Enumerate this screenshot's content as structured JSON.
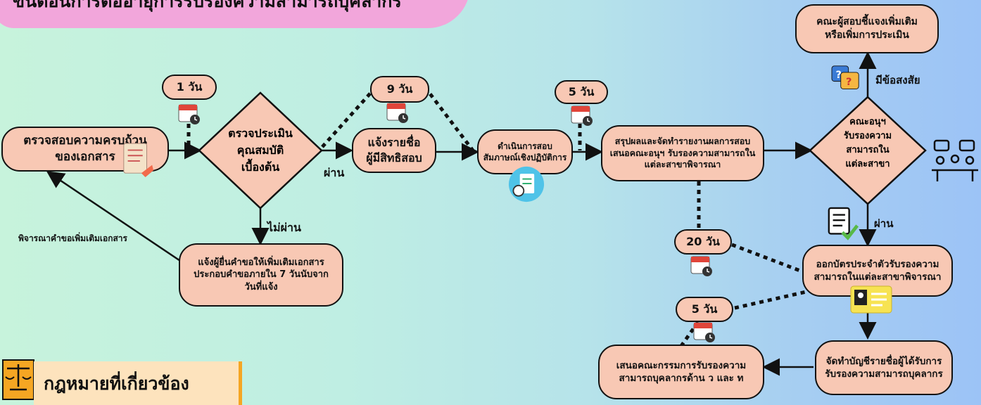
{
  "title": "ขั้นตอนการต่ออายุการรับรองความสามารถบุคลากร",
  "nodes": {
    "check_docs": "ตรวจสอบความครบถ้วน\nของเอกสาร",
    "assess": "ตรวจประเมิน\nคุณสมบัติ\nเบื้องต้น",
    "notify_docs": "แจ้งผู้ยื่นคำขอให้เพิ่มเติมเอกสาร\nประกอบคำขอภายใน 7 วันนับจาก\nวันที่แจ้ง",
    "announce": "แจ้งรายชื่อ\nผู้มีสิทธิสอบ",
    "exam": "ดำเนินการสอบ\nสัมภาษณ์เชิงปฏิบัติการ",
    "summarize": "สรุปผลและจัดทำรายงานผลการสอบ\nเสนอคณะอนุฯ รับรองความสามารถใน\nแต่ละสาขาพิจารณา",
    "subcommittee": "คณะอนุฯ\nรับรองความ\nสามารถใน\nแต่ละสาขา",
    "clarify": "คณะผู้สอบชี้แจงเพิ่มเติม\nหรือเพิ่มการประเมิน",
    "issue_card": "ออกบัตรประจำตัวรับรองความ\nสามารถในแต่ละสาขาพิจารณา",
    "register": "จัดทำบัญชีรายชื่อผู้ได้รับการ\nรับรองความสามารถบุคลากร",
    "propose": "เสนอคณะกรรมการรับรองความ\nสามารถบุคลากรด้าน ว และ ท"
  },
  "badges": {
    "d1": "1 วัน",
    "d9": "9 วัน",
    "d5a": "5 วัน",
    "d20": "20 วัน",
    "d5b": "5 วัน"
  },
  "labels": {
    "pass1": "ผ่าน",
    "fail": "ไม่ผ่าน",
    "request_more": "พิจารณาคำขอเพิ่มเติมเอกสาร",
    "doubt": "มีข้อสงสัย",
    "pass2": "ผ่าน"
  },
  "law": "กฎหมายที่เกี่ยวข้อง",
  "colors": {
    "node_fill": "#f8c8b4",
    "title_bg": "#f2a6db",
    "law_bg": "#fde3bd",
    "calendar_red": "#e0453a"
  }
}
